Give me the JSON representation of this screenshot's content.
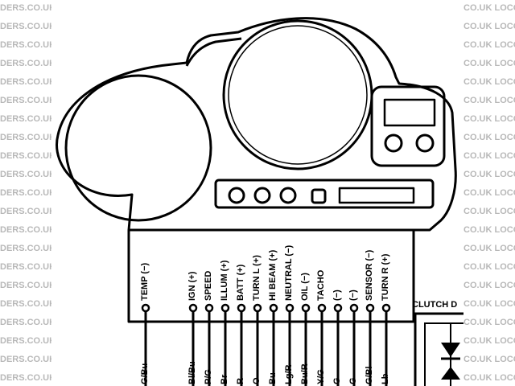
{
  "watermark": {
    "left_lines": [
      "DERS.CO.UK",
      "DERS.CO.UK",
      "DERS.CO.UK",
      "DERS.CO.UK",
      "DERS.CO.UK",
      "DERS.CO.UK",
      "DERS.CO.UK",
      "DERS.CO.UK",
      "DERS.CO.UK",
      "DERS.CO.UK",
      "DERS.CO.UK",
      "DERS.CO.UK",
      "DERS.CO.UK",
      "DERS.CO.UK",
      "DERS.CO.UK",
      "DERS.CO.UK",
      "DERS.CO.UK",
      "DERS.CO.UK",
      "DERS.CO.UK",
      "DERS.CO.UK",
      "DERS.CO.UK"
    ],
    "right_lines": [
      "CO.UK LOCOSTE",
      "CO.UK LOCOSTE",
      "CO.UK LOCOSTE",
      "CO.UK LOCOSTE",
      "CO.UK LOCOSTE",
      "CO.UK LOCOSTE",
      "CO.UK LOCOSTE",
      "CO.UK LOCOSTE",
      "CO.UK LOCOSTE",
      "CO.UK LOCOSTE",
      "CO.UK LOCOSTE",
      "CO.UK LOCOSTE",
      "CO.UK LOCOSTE",
      "CO.UK LOCOSTE",
      "CO.UK LOCOSTE",
      "CO.UK LOCOSTE",
      "CO.UK LOCOSTE",
      "CO.UK LOCOSTE",
      "CO.UK LOCOSTE",
      "CO.UK LOCOSTE",
      "CO.UK LOCOSTE"
    ],
    "color": "#b8b8b8"
  },
  "pins": [
    {
      "label": "TEMP (−)",
      "wire": "G/Bu"
    },
    {
      "label": "IGN (+)",
      "wire": "Bl/Bu"
    },
    {
      "label": "SPEED",
      "wire": "P/G"
    },
    {
      "label": "ILLUM (+)",
      "wire": "Br"
    },
    {
      "label": "BATT (+)",
      "wire": "R"
    },
    {
      "label": "TURN L (+)",
      "wire": "O"
    },
    {
      "label": "HI BEAM (+)",
      "wire": "Bu"
    },
    {
      "label": "NEUTRAL (−)",
      "wire": "Lg/R"
    },
    {
      "label": "OIL (−)",
      "wire": "Bu/R"
    },
    {
      "label": "TACHO",
      "wire": "Y/G"
    },
    {
      "label": "(−)",
      "wire": "G"
    },
    {
      "label": "(−)",
      "wire": "G"
    },
    {
      "label": "SENSOR (−)",
      "wire": "G/Bl"
    },
    {
      "label": "TURN R (+)",
      "wire": "Lb"
    }
  ],
  "clutch": {
    "title": "CLUTCH D"
  },
  "colors": {
    "ink": "#000000",
    "paper": "#ffffff",
    "watermark": "#b8b8b8"
  }
}
